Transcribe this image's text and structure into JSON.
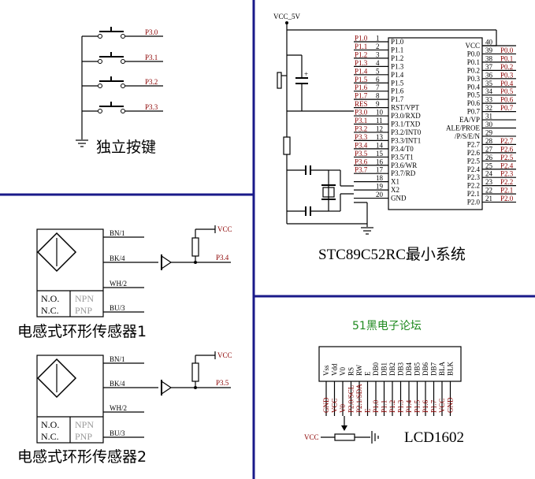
{
  "titles": {
    "keys": "独立按键",
    "mcu": "STC89C52RC最小系统",
    "sensor1": "电感式环形传感器1",
    "sensor2": "电感式环形传感器2",
    "lcd_brand": "51黑电子论坛",
    "lcd": "LCD1602"
  },
  "keys": {
    "nets": [
      "P3.0",
      "P3.1",
      "P3.2",
      "P3.3"
    ]
  },
  "mcu": {
    "vcc_label": "VCC_5V",
    "left_pins": [
      {
        "net": "P1.0",
        "num": "1",
        "name": "P1.0"
      },
      {
        "net": "P1.1",
        "num": "2",
        "name": "P1.1"
      },
      {
        "net": "P1.2",
        "num": "3",
        "name": "P1.2"
      },
      {
        "net": "P1.3",
        "num": "4",
        "name": "P1.3"
      },
      {
        "net": "P1.4",
        "num": "5",
        "name": "P1.4"
      },
      {
        "net": "P1.5",
        "num": "6",
        "name": "P1.5"
      },
      {
        "net": "P1.6",
        "num": "7",
        "name": "P1.6"
      },
      {
        "net": "P1.7",
        "num": "8",
        "name": "P1.7"
      },
      {
        "net": "RES",
        "num": "9",
        "name": "RST/VPT"
      },
      {
        "net": "P3.0",
        "num": "10",
        "name": "P3.0/RXD"
      },
      {
        "net": "P3.1",
        "num": "11",
        "name": "P3.1/TXD"
      },
      {
        "net": "P3.2",
        "num": "12",
        "name": "P3.2/INT0"
      },
      {
        "net": "P3.3",
        "num": "13",
        "name": "P3.3/INT1"
      },
      {
        "net": "P3.4",
        "num": "14",
        "name": "P3.4/T0"
      },
      {
        "net": "P3.5",
        "num": "15",
        "name": "P3.5/T1"
      },
      {
        "net": "P3.6",
        "num": "16",
        "name": "P3.6/WR"
      },
      {
        "net": "P3.7",
        "num": "17",
        "name": "P3.7/RD"
      },
      {
        "net": "",
        "num": "18",
        "name": "X1"
      },
      {
        "net": "",
        "num": "19",
        "name": "X2"
      },
      {
        "net": "",
        "num": "20",
        "name": "GND"
      }
    ],
    "right_pins": [
      {
        "net": "",
        "num": "40",
        "name": "VCC"
      },
      {
        "net": "P0.0",
        "num": "39",
        "name": "P0.0"
      },
      {
        "net": "P0.1",
        "num": "38",
        "name": "P0.1"
      },
      {
        "net": "P0.2",
        "num": "37",
        "name": "P0.2"
      },
      {
        "net": "P0.3",
        "num": "36",
        "name": "P0.3"
      },
      {
        "net": "P0.4",
        "num": "35",
        "name": "P0.4"
      },
      {
        "net": "P0.5",
        "num": "34",
        "name": "P0.5"
      },
      {
        "net": "P0.6",
        "num": "33",
        "name": "P0.6"
      },
      {
        "net": "P0.7",
        "num": "32",
        "name": "P0.7"
      },
      {
        "net": "",
        "num": "31",
        "name": "EA/VP"
      },
      {
        "net": "",
        "num": "30",
        "name": "ALE/PROE"
      },
      {
        "net": "",
        "num": "29",
        "name": "/P/S/E/N"
      },
      {
        "net": "P2.7",
        "num": "28",
        "name": "P2.7"
      },
      {
        "net": "P2.6",
        "num": "27",
        "name": "P2.6"
      },
      {
        "net": "P2.5",
        "num": "26",
        "name": "P2.5"
      },
      {
        "net": "P2.4",
        "num": "25",
        "name": "P2.4"
      },
      {
        "net": "P2.3",
        "num": "24",
        "name": "P2.3"
      },
      {
        "net": "P2.2",
        "num": "23",
        "name": "P2.2"
      },
      {
        "net": "P2.1",
        "num": "22",
        "name": "P2.1"
      },
      {
        "net": "P2.0",
        "num": "21",
        "name": "P2.0"
      }
    ]
  },
  "sensors": [
    {
      "wires": [
        "BN/1",
        "BK/4",
        "WH/2",
        "BU/3"
      ],
      "no": "N.O.",
      "nc": "N.C.",
      "npn": "NPN",
      "pnp": "PNP",
      "vcc": "VCC",
      "net": "P3.4"
    },
    {
      "wires": [
        "BN/1",
        "BK/4",
        "WH/2",
        "BU/3"
      ],
      "no": "N.O.",
      "nc": "N.C.",
      "npn": "NPN",
      "pnp": "PNP",
      "vcc": "VCC",
      "net": "P3.5"
    }
  ],
  "lcd": {
    "pins": [
      "Vss",
      "Vdd",
      "V0",
      "RS",
      "RW",
      "E",
      "DB0",
      "DB1",
      "DB2",
      "DB3",
      "DB4",
      "DB5",
      "DB6",
      "DB7",
      "BLA",
      "BLK"
    ],
    "nets": [
      "GND",
      "VCC",
      "V0",
      "P2.0/SCL",
      "P2.1/SDA",
      "E",
      "P1.0",
      "P1.1",
      "P1.2",
      "P1.3",
      "P1.4",
      "P1.5",
      "P1.6",
      "P1.7",
      "VCC",
      "GND"
    ],
    "vcc": "VCC"
  }
}
